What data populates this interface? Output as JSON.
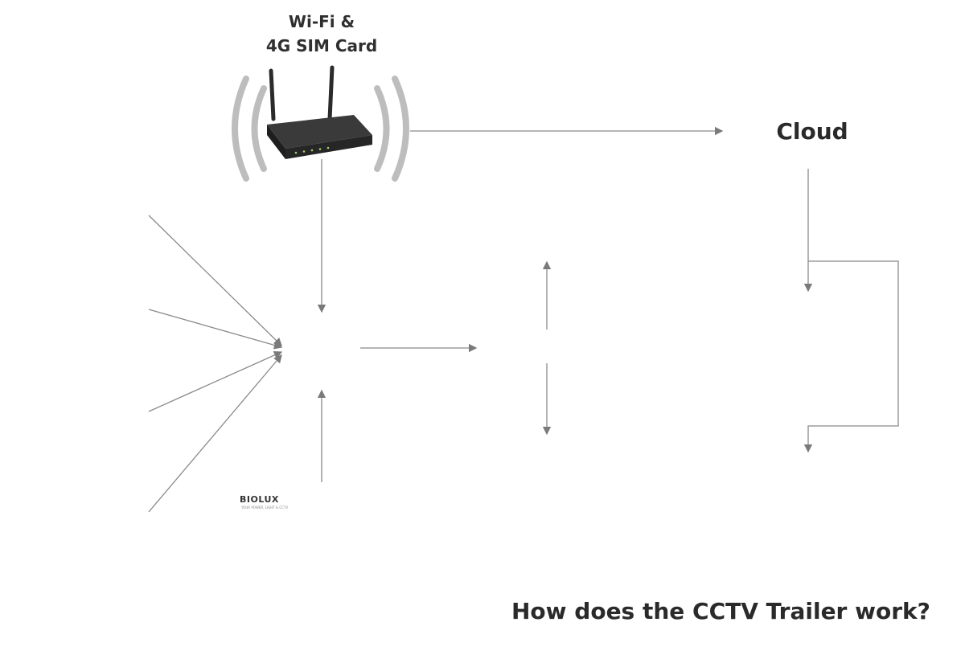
{
  "labels": {
    "wifi_line1": "Wi-Fi &",
    "wifi_line2": "4G SIM Card",
    "cloud": "Cloud",
    "title": "How does the CCTV Trailer work?",
    "brand": "BIOLUX",
    "brand_tagline": "YOUR POWER, LIGHT & CCTV"
  },
  "nodes": [
    {
      "id": "ptz-camera",
      "icon": "ptz-dome-camera-icon"
    },
    {
      "id": "bullet-camera-1",
      "icon": "bullet-camera-icon"
    },
    {
      "id": "bullet-camera-2",
      "icon": "bullet-camera-icon"
    },
    {
      "id": "bullet-camera-3",
      "icon": "bullet-camera-icon"
    },
    {
      "id": "router",
      "icon": "wifi-router-icon"
    },
    {
      "id": "switch",
      "icon": "network-switch-icon"
    },
    {
      "id": "nvr",
      "icon": "nvr-recorder-icon"
    },
    {
      "id": "alarm-light",
      "icon": "alarm-beacon-icon"
    },
    {
      "id": "monitor",
      "icon": "cctv-monitor-icon"
    },
    {
      "id": "cloud",
      "icon": "cloud-icon"
    },
    {
      "id": "desktop-pc",
      "icon": "desktop-computer-icon"
    },
    {
      "id": "smartphone",
      "icon": "smartphone-icon"
    },
    {
      "id": "cctv-trailer",
      "icon": "cctv-trailer-icon"
    }
  ],
  "colors": {
    "arrow_switch": "#e0606b",
    "alarm_red": "#c8141c",
    "screen_blue": "#1f5c9e",
    "line_gray": "#8a8a8a",
    "wave_gray": "#bdbdbd"
  }
}
